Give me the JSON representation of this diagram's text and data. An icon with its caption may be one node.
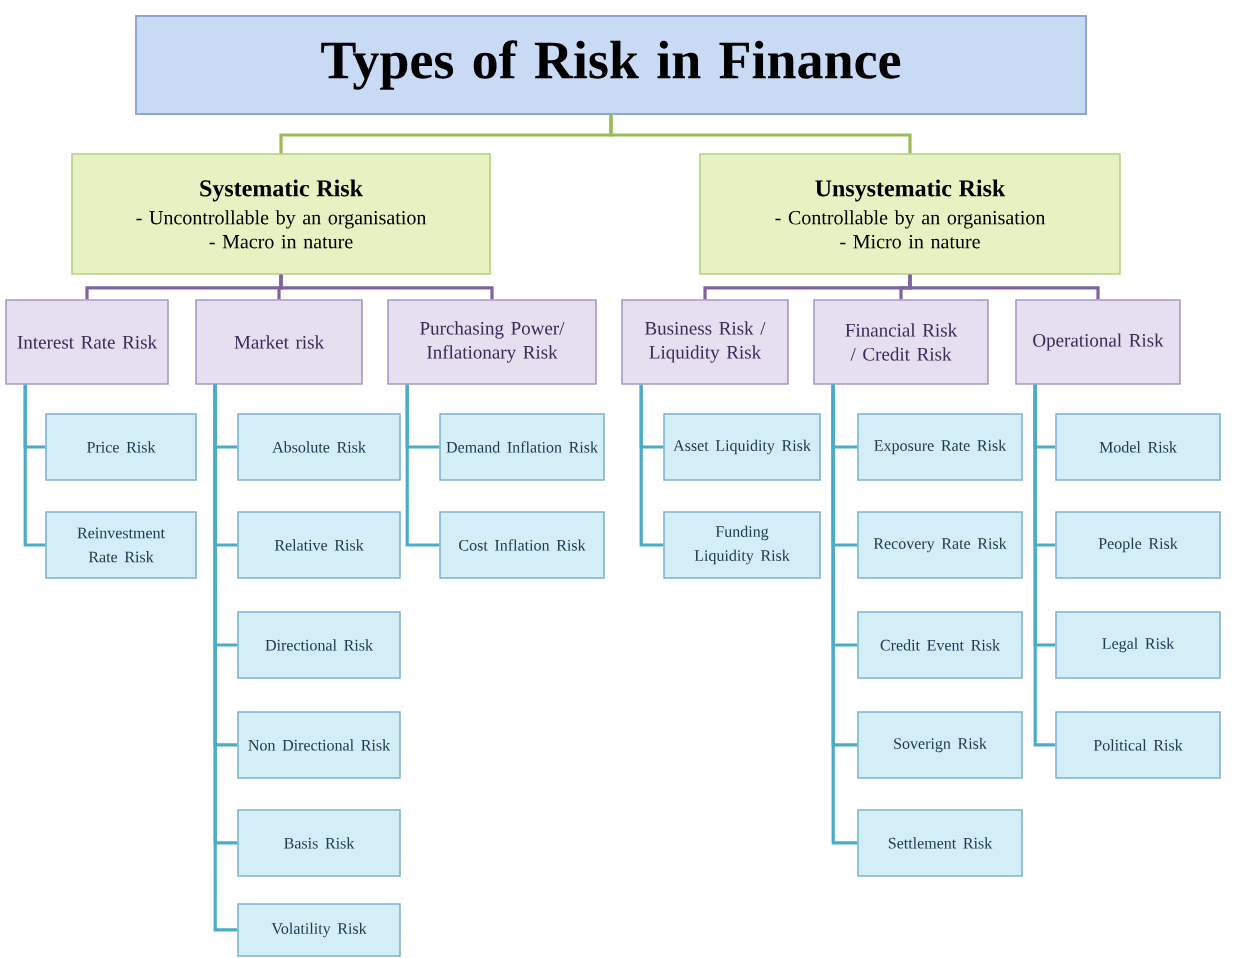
{
  "diagram": {
    "nodes": [
      {
        "text": [
          "Types of Risk in Finance"
        ]
      },
      {
        "text": [
          "Systematic Risk",
          "- Uncontrollable by an organisation",
          "- Macro in nature"
        ]
      },
      {
        "text": [
          "Unsystematic Risk",
          "- Controllable by an organisation",
          "- Micro in nature"
        ]
      },
      {
        "text": [
          "Interest Rate Risk"
        ]
      },
      {
        "text": [
          "Market risk"
        ]
      },
      {
        "text": [
          "Purchasing Power/ Inflationary Risk"
        ]
      },
      {
        "text": [
          "Business Risk / Liquidity Risk"
        ]
      },
      {
        "text": [
          "Financial Risk / Credit Risk"
        ]
      },
      {
        "text": [
          "Operational Risk"
        ]
      },
      {
        "text": [
          "Price Risk"
        ]
      },
      {
        "text": [
          "Reinvestment Rate Risk"
        ]
      },
      {
        "text": [
          "Absolute Risk"
        ]
      },
      {
        "text": [
          "Relative Risk"
        ]
      },
      {
        "text": [
          "Directional Risk"
        ]
      },
      {
        "text": [
          "Non Directional Risk"
        ]
      },
      {
        "text": [
          "Basis Risk"
        ]
      },
      {
        "text": [
          "Volatility Risk"
        ]
      },
      {
        "text": [
          "Demand Inflation Risk"
        ]
      },
      {
        "text": [
          "Cost Inflation Risk"
        ]
      },
      {
        "text": [
          "Asset Liquidity Risk"
        ]
      },
      {
        "text": [
          "Funding Liquidity Risk"
        ]
      },
      {
        "text": [
          "Exposure Rate Risk"
        ]
      },
      {
        "text": [
          "Recovery Rate Risk"
        ]
      },
      {
        "text": [
          "Credit Event Risk"
        ]
      },
      {
        "text": [
          "Soverign Risk"
        ]
      },
      {
        "text": [
          "Settlement Risk"
        ]
      },
      {
        "text": [
          "Model Risk"
        ]
      },
      {
        "text": [
          "People Risk"
        ]
      },
      {
        "text": [
          "Legal Risk"
        ]
      },
      {
        "text": [
          "Political Risk"
        ]
      }
    ],
    "edges": [
      {
        "from": 0,
        "to": 1,
        "arrow": "none",
        "color": "#9bbb59"
      },
      {
        "from": 0,
        "to": 2,
        "arrow": "none",
        "color": "#9bbb59"
      },
      {
        "from": 1,
        "to": 3,
        "arrow": "none",
        "color": "#8064a2"
      },
      {
        "from": 1,
        "to": 4,
        "arrow": "none",
        "color": "#8064a2"
      },
      {
        "from": 1,
        "to": 5,
        "arrow": "none",
        "color": "#8064a2"
      },
      {
        "from": 2,
        "to": 6,
        "arrow": "none",
        "color": "#8064a2"
      },
      {
        "from": 2,
        "to": 7,
        "arrow": "none",
        "color": "#8064a2"
      },
      {
        "from": 2,
        "to": 8,
        "arrow": "none",
        "color": "#8064a2"
      },
      {
        "from": 3,
        "to": 9,
        "arrow": "none"
      },
      {
        "from": 3,
        "to": 10,
        "arrow": "none"
      },
      {
        "from": 4,
        "to": 11,
        "arrow": "none"
      },
      {
        "from": 4,
        "to": 12,
        "arrow": "none"
      },
      {
        "from": 4,
        "to": 13,
        "arrow": "none"
      },
      {
        "from": 4,
        "to": 14,
        "arrow": "none"
      },
      {
        "from": 4,
        "to": 15,
        "arrow": "none"
      },
      {
        "from": 4,
        "to": 16,
        "arrow": "none"
      },
      {
        "from": 5,
        "to": 17,
        "arrow": "none"
      },
      {
        "from": 5,
        "to": 18,
        "arrow": "none"
      },
      {
        "from": 6,
        "to": 19,
        "arrow": "none"
      },
      {
        "from": 6,
        "to": 20,
        "arrow": "none"
      },
      {
        "from": 7,
        "to": 21,
        "arrow": "none"
      },
      {
        "from": 7,
        "to": 22,
        "arrow": "none"
      },
      {
        "from": 7,
        "to": 23,
        "arrow": "none"
      },
      {
        "from": 7,
        "to": 24,
        "arrow": "none"
      },
      {
        "from": 7,
        "to": 25,
        "arrow": "none"
      },
      {
        "from": 8,
        "to": 26,
        "arrow": "none"
      },
      {
        "from": 8,
        "to": 27,
        "arrow": "none"
      },
      {
        "from": 8,
        "to": 28,
        "arrow": "none"
      },
      {
        "from": 8,
        "to": 29,
        "arrow": "none"
      }
    ]
  }
}
